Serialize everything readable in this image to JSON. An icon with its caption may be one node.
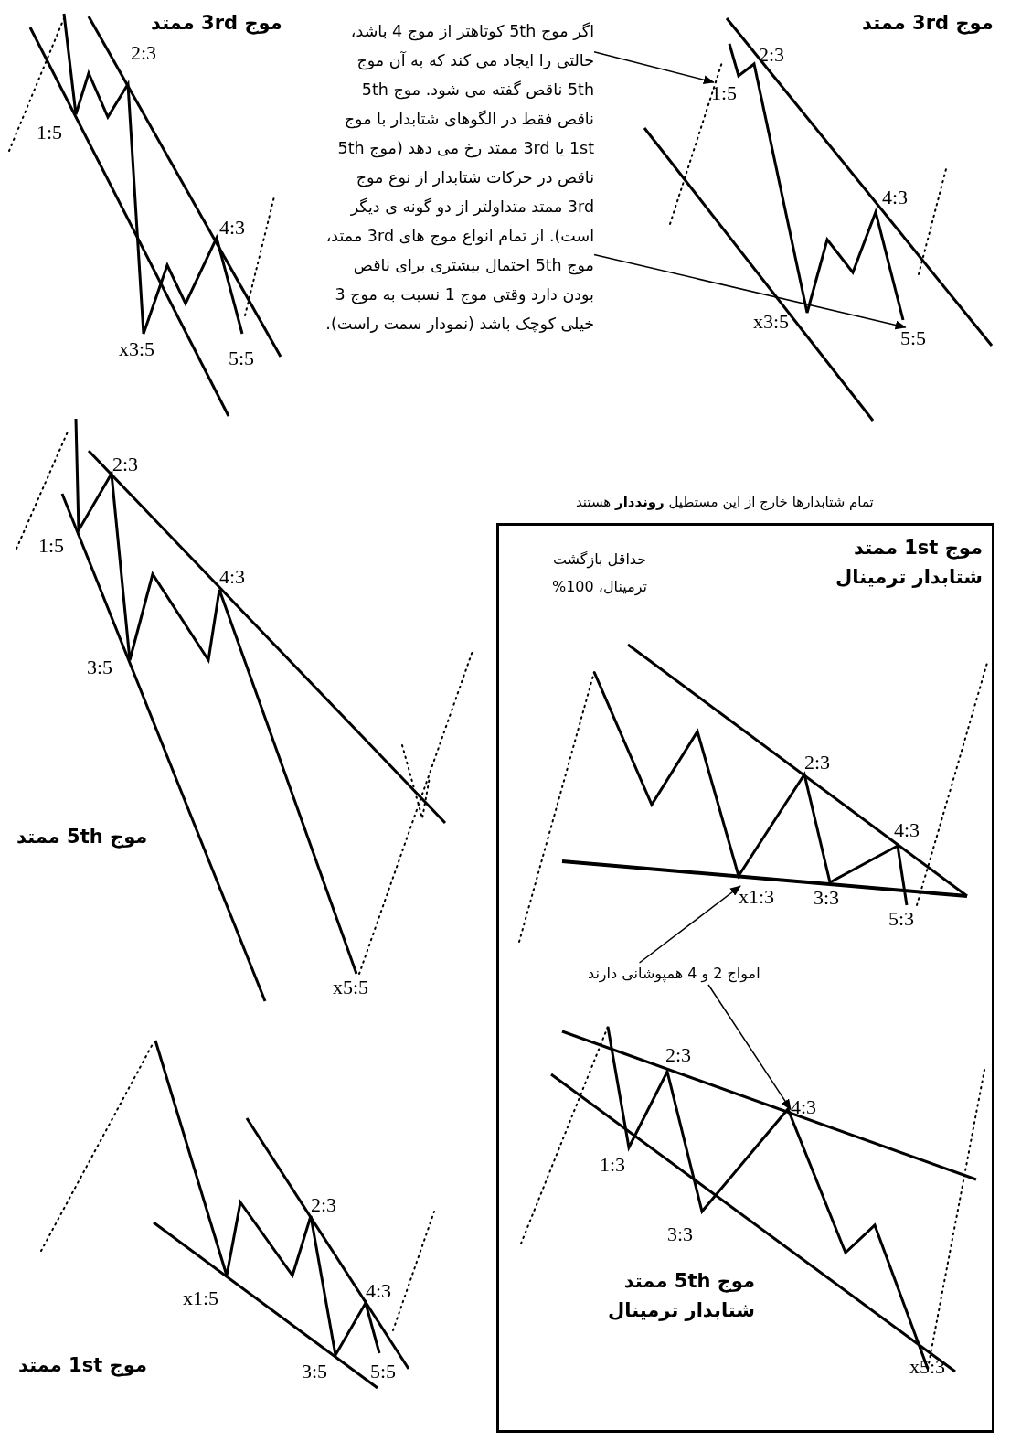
{
  "diagram": {
    "nodes": [
      {
        "text": [
          "اگر موج 5th کوتاهتر از موج 4 باشد، حالتی را ایجاد می کند که به آن موج 5th ناقص گفته می شود. موج 5th ناقص فقط در الگوهای شتابدار با موج 1st یا 3rd ممتد رخ می دهد (موج 5th ناقص در حرکات شتابدار از نوع موج 3rd ممتد متداولتر از دو گونه ی دیگر است). از تمام انواع موج های 3rd ممتد، موج 5th احتمال بیشتری برای ناقص بودن دارد وقتی موج 1 نسبت به موج 3 خیلی کوچک باشد (نمودار سمت راست)."
        ]
      },
      {
        "text": [
          "1:5"
        ]
      },
      {
        "text": [
          "5:5"
        ]
      },
      {
        "text": [
          "موج 1st ممتد شتابدار ترمینال",
          "حداقل بازگشت ترمینال، 100%",
          "موج 5th ممتد شتابدار ترمینال"
        ]
      },
      {
        "text": [
          "امواج 2 و 4 همپوشانی دارند"
        ],
        "in": 3
      },
      {
        "text": [
          "x1:3"
        ],
        "in": 3
      },
      {
        "text": [
          "4:3"
        ],
        "in": 3
      }
    ],
    "edges": [
      {
        "from": 0,
        "to": 1,
        "arrow": "to"
      },
      {
        "from": 0,
        "to": 2,
        "arrow": "to"
      },
      {
        "from": 4,
        "to": 5,
        "arrow": "to"
      },
      {
        "from": 4,
        "to": 6,
        "arrow": "to"
      }
    ],
    "labels": [
      "موج 3rd ممتد",
      "2:3",
      "1:5",
      "4:3",
      "x3:5",
      "5:5",
      "موج 3rd ممتد",
      "2:3",
      "4:3",
      "x3:5",
      "تمام شتابدارها خارج از این مستطیل **رونددار** هستند",
      "2:3",
      "1:5",
      "4:3",
      "3:5",
      "موج 5th ممتد",
      "x5:5",
      "2:3",
      "3:3",
      "4:3",
      "5:3",
      "2:3",
      "1:3",
      "3:3",
      "x5:3",
      "2:3",
      "x1:5",
      "4:3",
      "3:5",
      "5:5",
      "موج 1st ممتد"
    ]
  }
}
